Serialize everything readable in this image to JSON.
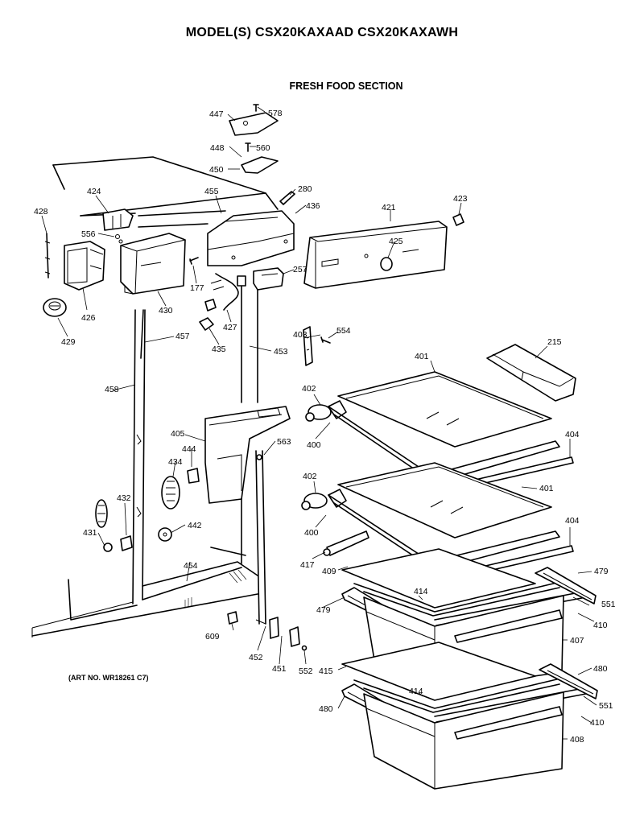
{
  "header": {
    "model_title": "MODEL(S) CSX20KAXAAD  CSX20KAXAWH",
    "section_title": "FRESH FOOD SECTION",
    "art_no": "(ART NO. WR18261 C7)"
  },
  "parts": {
    "p215": "215",
    "p257": "257",
    "p280": "280",
    "p400": "400",
    "p401": "401",
    "p402": "402",
    "p403": "403",
    "p404": "404",
    "p405": "405",
    "p407": "407",
    "p408": "408",
    "p409": "409",
    "p410": "410",
    "p414": "414",
    "p415": "415",
    "p417": "417",
    "p421": "421",
    "p423": "423",
    "p424": "424",
    "p425": "425",
    "p426": "426",
    "p427": "427",
    "p428": "428",
    "p429": "429",
    "p430": "430",
    "p431": "431",
    "p432": "432",
    "p434": "434",
    "p435": "435",
    "p436": "436",
    "p442": "442",
    "p444": "444",
    "p447": "447",
    "p448": "448",
    "p450": "450",
    "p451": "451",
    "p452": "452",
    "p453": "453",
    "p454": "454",
    "p455": "455",
    "p457": "457",
    "p458": "458",
    "p479": "479",
    "p480": "480",
    "p551": "551",
    "p552": "552",
    "p554": "554",
    "p556": "556",
    "p560": "560",
    "p563": "563",
    "p578": "578",
    "p609": "609",
    "p177": "177"
  }
}
